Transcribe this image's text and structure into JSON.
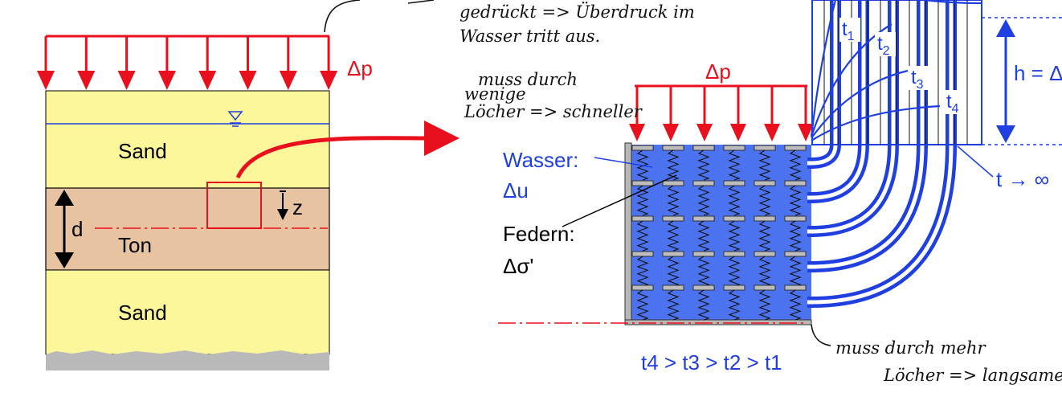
{
  "soil_profile": {
    "load_label": "Δp",
    "layer_top": "Sand",
    "layer_clay": "Ton",
    "layer_bottom": "Sand",
    "thickness_label": "d",
    "depth_label": "z",
    "water_table_symbol": "∇"
  },
  "consolidation_model": {
    "load_label": "Δp",
    "water_label": "Wasser:",
    "water_sub": "Δu",
    "spring_label": "Federn:",
    "spring_sub": "Δσ'",
    "time_order": "t4 > t3 > t2 > t1",
    "height_label": "h = Δ",
    "time_inf_label": "t → ∞",
    "times": [
      {
        "base": "t",
        "sub": "1"
      },
      {
        "base": "t",
        "sub": "2"
      },
      {
        "base": "t",
        "sub": "3"
      },
      {
        "base": "t",
        "sub": "4"
      }
    ]
  },
  "colors": {
    "load": "#e8101c",
    "water": "#1f3fe0",
    "sand": "#fdf79b",
    "clay": "#e8c3a1",
    "ground": "#b9b9b9"
  },
  "handwritten_notes": {
    "top_line1": "gedrückt => Überdruck im",
    "top_line2": "Wasser tritt aus.",
    "left_line1": "muss durch",
    "left_line2": "wenige",
    "left_line3": "Löcher => schneller",
    "bottom_line1": "muss durch mehr",
    "bottom_line2": "Löcher => langsamer"
  }
}
